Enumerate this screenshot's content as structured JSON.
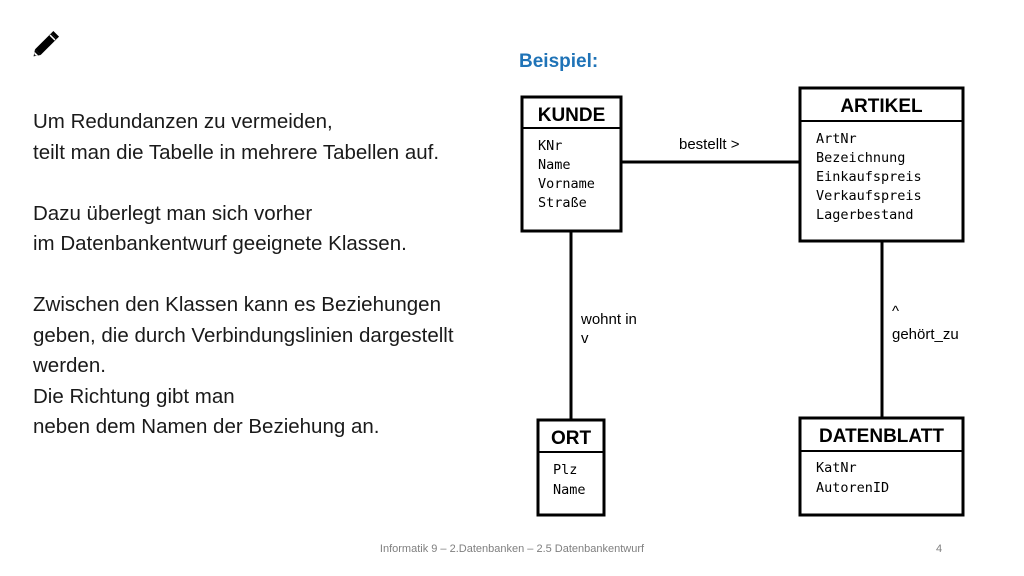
{
  "slide": {
    "heading": "Beispiel:",
    "paragraphs": [
      [
        "Um Redundanzen zu vermeiden,",
        "teilt man die Tabelle in mehrere Tabellen auf."
      ],
      [
        "Dazu überlegt man sich vorher",
        "im Datenbankentwurf geeignete Klassen."
      ],
      [
        "Zwischen den Klassen kann es Beziehungen",
        "geben, die durch Verbindungslinien dargestellt",
        "werden.",
        "Die Richtung gibt man",
        "neben dem Namen der Beziehung an."
      ]
    ],
    "icon": "pencil-icon",
    "accent_color": "#1F73B7"
  },
  "diagram": {
    "classes": {
      "kunde": {
        "name": "KUNDE",
        "attributes": [
          "KNr",
          "Name",
          "Vorname",
          "Straße"
        ]
      },
      "artikel": {
        "name": "ARTIKEL",
        "attributes": [
          "ArtNr",
          "Bezeichnung",
          "Einkaufspreis",
          "Verkaufspreis",
          "Lagerbestand"
        ]
      },
      "ort": {
        "name": "ORT",
        "attributes": [
          "Plz",
          "Name"
        ]
      },
      "datenblatt": {
        "name": "DATENBLATT",
        "attributes": [
          "KatNr",
          "AutorenID"
        ]
      }
    },
    "relations": {
      "bestellt": {
        "label": "bestellt",
        "arrow": ">"
      },
      "wohnt_in": {
        "label": "wohnt in",
        "arrow": "v"
      },
      "gehoert_zu": {
        "label": "gehört_zu",
        "arrow": "^"
      }
    }
  },
  "footer": {
    "text": "Informatik 9 – 2.Datenbanken – 2.5 Datenbankentwurf",
    "page": "4"
  }
}
